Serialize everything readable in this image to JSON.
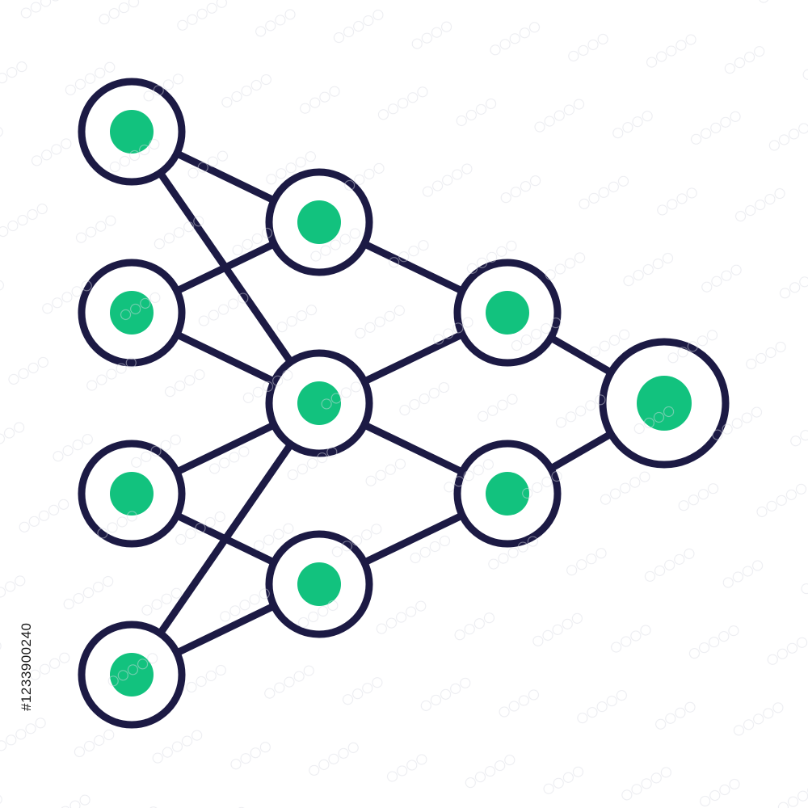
{
  "diagram": {
    "type": "neural-network-icon",
    "colors": {
      "outline": "#1c1a44",
      "node_fill": "#ffffff",
      "node_core": "#12c27e",
      "background": "#ffffff"
    },
    "layers": [
      {
        "name": "input",
        "node_count": 4
      },
      {
        "name": "hidden-1",
        "node_count": 3
      },
      {
        "name": "hidden-2",
        "node_count": 2
      },
      {
        "name": "output",
        "node_count": 1
      }
    ],
    "connections": [
      [
        "input-1",
        "hidden-1-1"
      ],
      [
        "input-1",
        "hidden-1-2"
      ],
      [
        "input-2",
        "hidden-1-1"
      ],
      [
        "input-2",
        "hidden-1-2"
      ],
      [
        "input-3",
        "hidden-1-2"
      ],
      [
        "input-3",
        "hidden-1-3"
      ],
      [
        "input-4",
        "hidden-1-2"
      ],
      [
        "input-4",
        "hidden-1-3"
      ],
      [
        "hidden-1-1",
        "hidden-2-1"
      ],
      [
        "hidden-1-2",
        "hidden-2-1"
      ],
      [
        "hidden-1-2",
        "hidden-2-2"
      ],
      [
        "hidden-1-3",
        "hidden-2-2"
      ],
      [
        "hidden-2-1",
        "output-1"
      ],
      [
        "hidden-2-2",
        "output-1"
      ]
    ]
  },
  "watermark": {
    "stock_id": "#1233900240"
  }
}
